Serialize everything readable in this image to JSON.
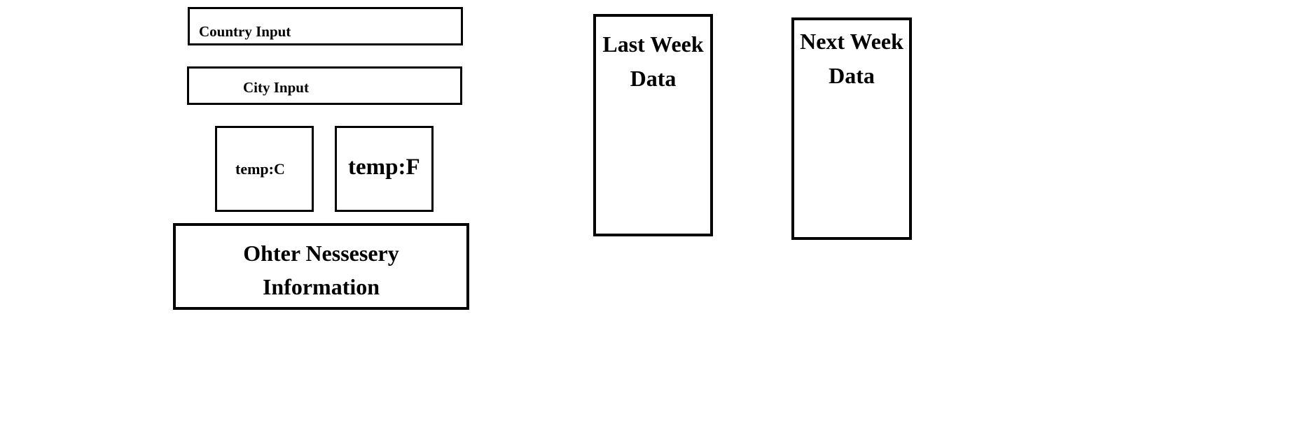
{
  "country_input": {
    "label": "Country Input"
  },
  "city_input": {
    "label": "City Input"
  },
  "temp_c": {
    "label": "temp:C"
  },
  "temp_f": {
    "label": "temp:F"
  },
  "other_info": {
    "label": "Ohter Nessesery\nInformation"
  },
  "last_week": {
    "label": "Last Week\nData"
  },
  "next_week": {
    "label": "Next Week\nData"
  }
}
